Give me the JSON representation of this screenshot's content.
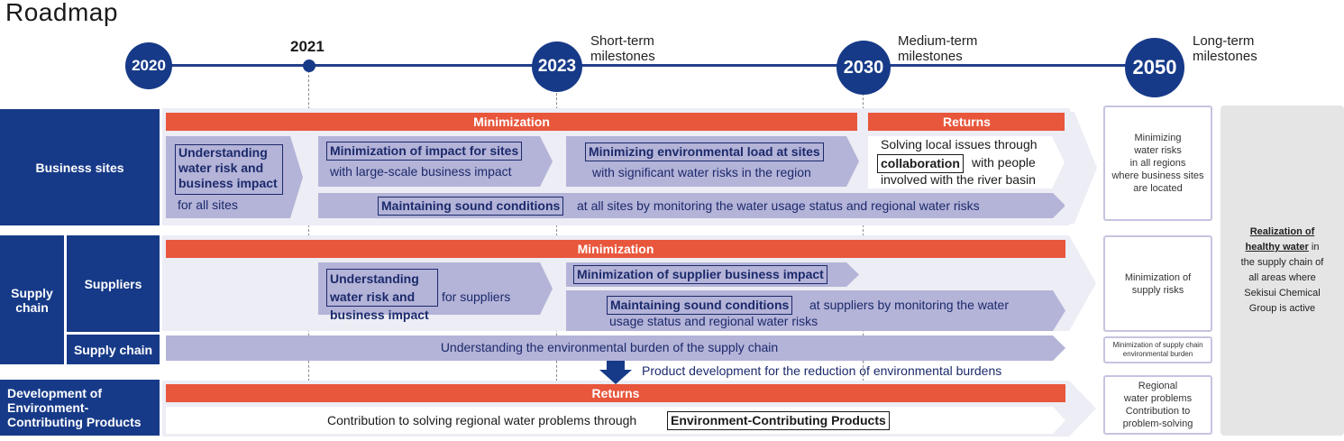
{
  "title": "Roadmap",
  "timeline": {
    "y2020": "2020",
    "y2021": "2021",
    "y2023": "2023",
    "y2030": "2030",
    "y2050": "2050",
    "short_term": "Short-term\nmilestones",
    "medium_term": "Medium-term\nmilestones",
    "long_term": "Long-term\nmilestones"
  },
  "rows": {
    "business_sites": "Business sites",
    "supply_chain_group": "Supply\nchain",
    "suppliers": "Suppliers",
    "supply_chain": "Supply chain",
    "development": "Development of\nEnvironment-\nContributing Products"
  },
  "business": {
    "minimization": "Minimization",
    "returns": "Returns",
    "a1_box": "Understanding\nwater risk and\nbusiness impact",
    "a1_text": "for all sites",
    "a2_box": "Minimization of impact for sites",
    "a2_text": "with large-scale business impact",
    "a3_box": "Minimizing environmental load at sites",
    "a3_text": "with significant water risks in the region",
    "a4_pre": "Solving local issues through",
    "a4_box": "collaboration",
    "a4_post": "with people",
    "a4_line3": "involved with the river basin",
    "a5_box": "Maintaining sound conditions",
    "a5_text": "at all sites by monitoring the water usage status and regional water risks"
  },
  "suppliers": {
    "minimization": "Minimization",
    "b1_box_line1": "Understanding water risk and",
    "b1_box_line2": "business impact",
    "b1_text": "for suppliers",
    "b2_box": "Minimization of supplier business impact",
    "b3_box": "Maintaining sound conditions",
    "b3_text": "at suppliers by monitoring the water",
    "b3_line2": "usage status and regional water risks"
  },
  "supply_chain": {
    "c1_text": "Understanding the environmental burden of the supply chain",
    "down_label": "Product development for the reduction of environmental burdens"
  },
  "development": {
    "returns": "Returns",
    "d1_text": "Contribution to solving regional water problems through",
    "d1_box": "Environment-Contributing Products"
  },
  "goals": {
    "g1": "Minimizing\nwater risks\nin all regions\nwhere business sites\nare located",
    "g2": "Minimization of\nsupply risks",
    "g3": "Minimization of supply chain\nenvironmental burden",
    "g4": "Regional\nwater problems\nContribution to\nproblem-solving",
    "final_bold_1": "Realization of",
    "final_bold_2": "healthy water",
    "final_text_1": " in",
    "final_text_2": "the supply chain of\nall areas where\nSekisui Chemical\nGroup is active"
  },
  "colors": {
    "navy": "#173a88",
    "orange": "#e8563b",
    "lavender": "#b4b3d8",
    "band": "#ecedf5",
    "final_bg": "#e5e5e5"
  }
}
